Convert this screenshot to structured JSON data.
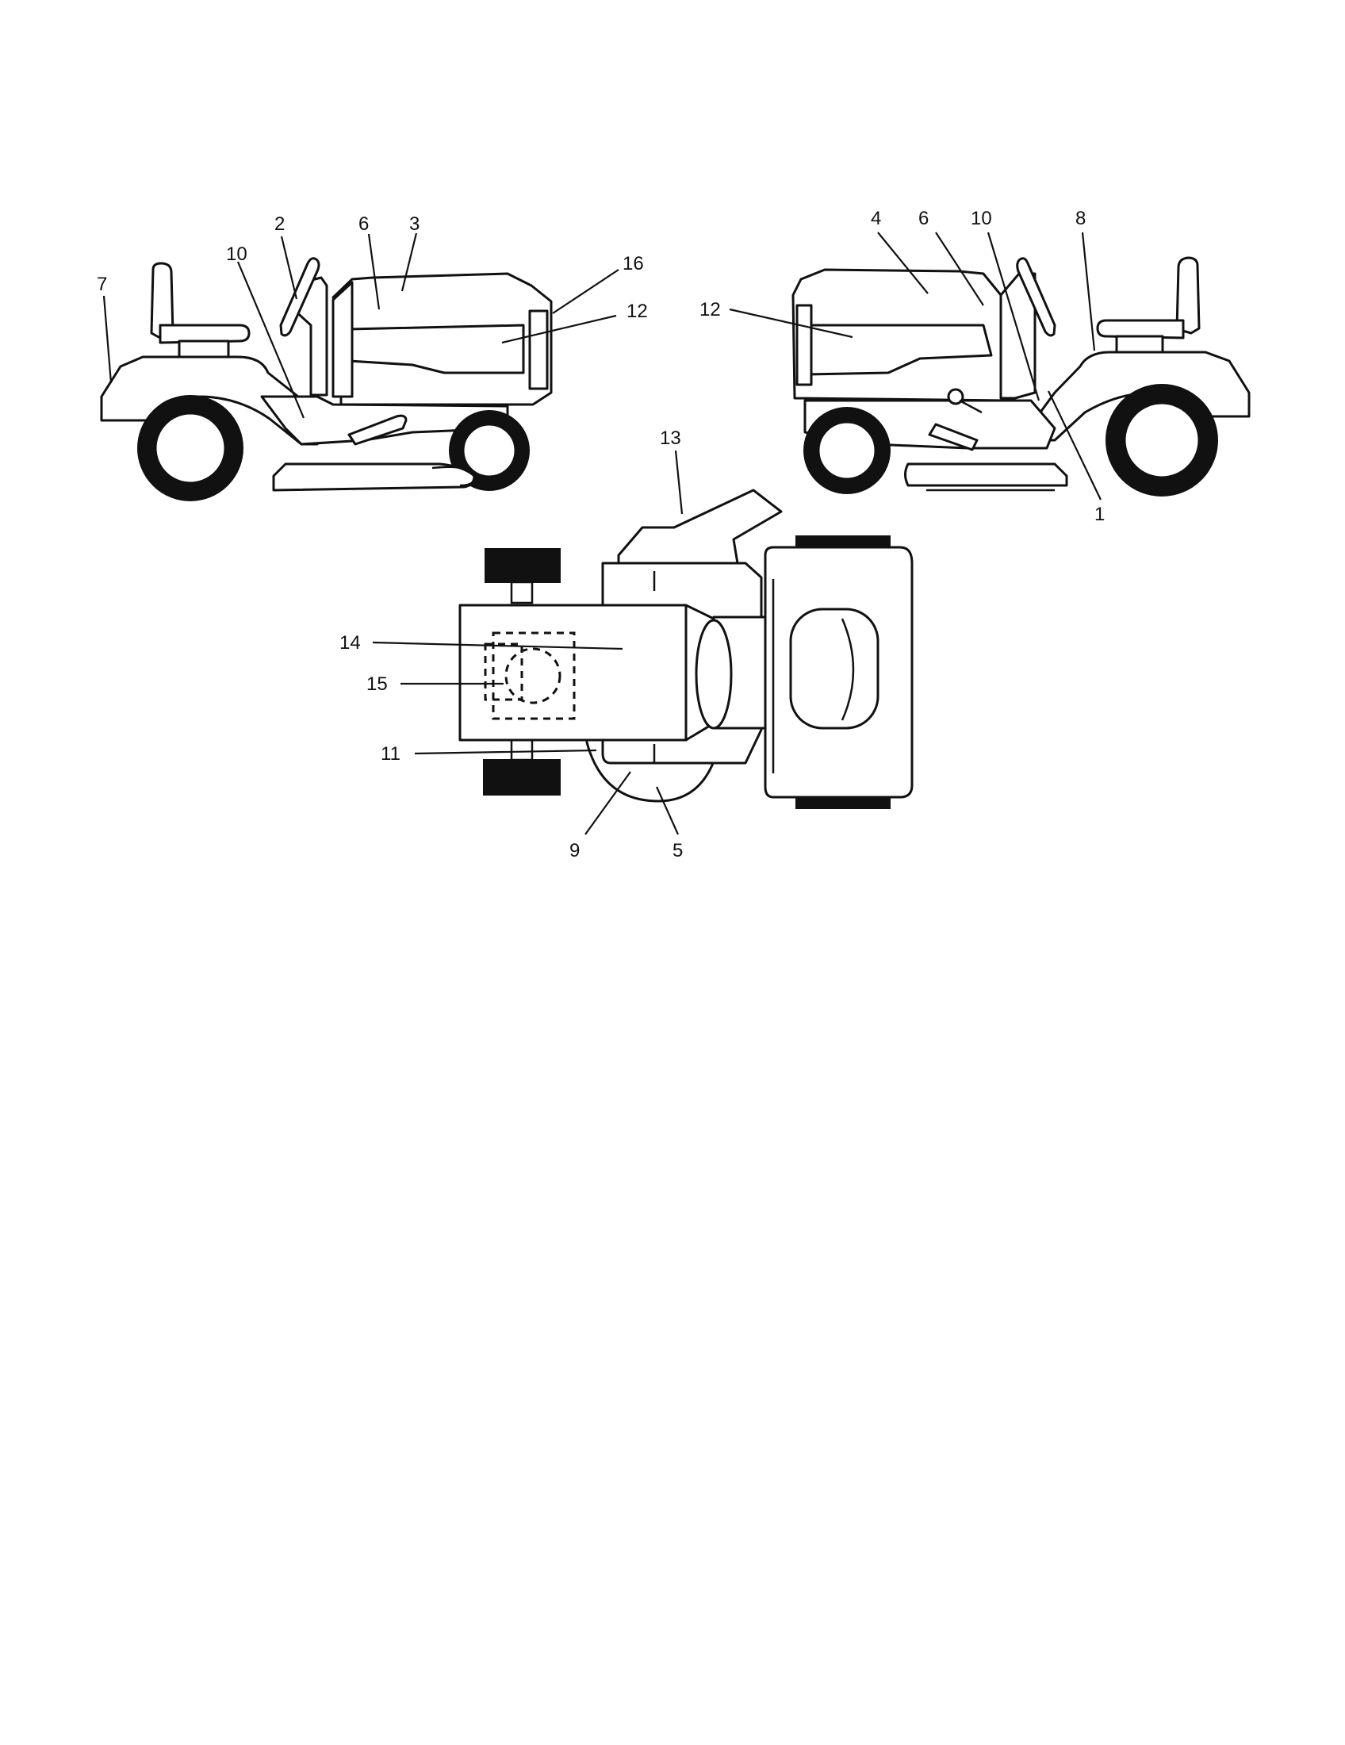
{
  "diagram": {
    "callouts": {
      "c1": "1",
      "c2": "2",
      "c3": "3",
      "c4": "4",
      "c5": "5",
      "c6": "6",
      "c7": "7",
      "c8": "8",
      "c9": "9",
      "c10": "10",
      "c11": "11",
      "c12": "12",
      "c13": "13",
      "c14": "14",
      "c15": "15",
      "c16": "16"
    }
  },
  "colors": {
    "line": "#111111",
    "background": "#ffffff"
  }
}
